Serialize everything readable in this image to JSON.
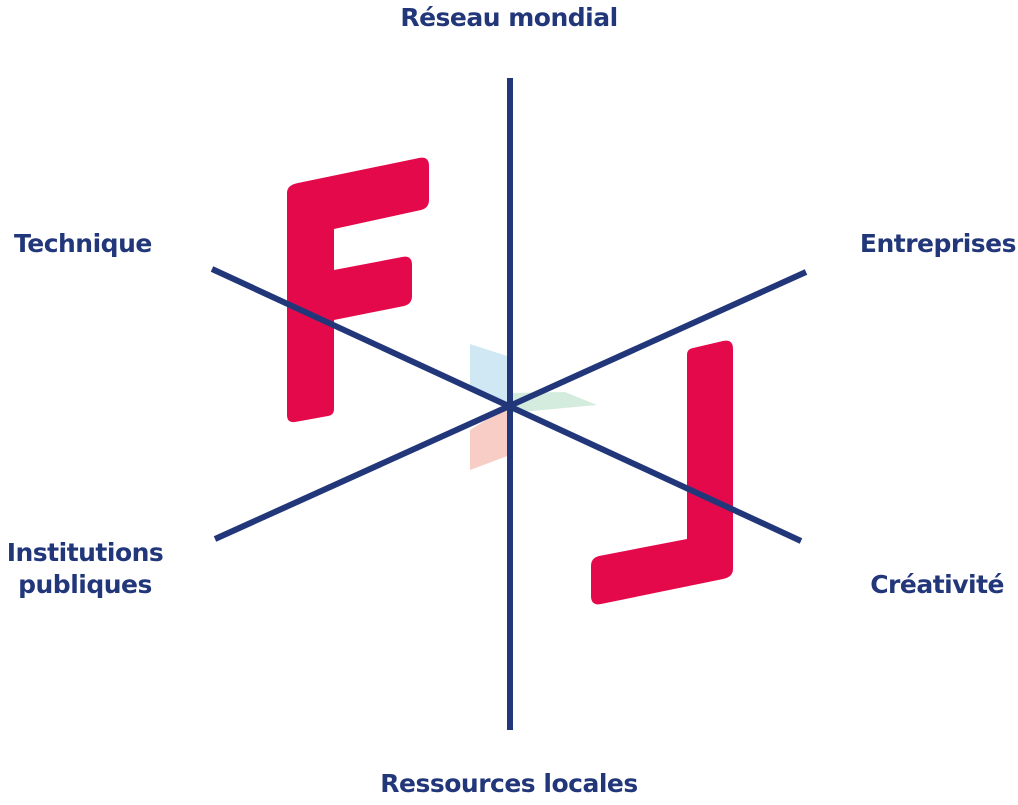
{
  "axes": {
    "top": "Réseau mondial",
    "top_left": "Technique",
    "top_right": "Entreprises",
    "bottom_left": [
      "Institutions",
      "publiques"
    ],
    "bottom_right": "Créativité",
    "bottom": "Ressources locales"
  },
  "colors": {
    "axis": "#22377a",
    "label": "#22377a",
    "letters": "#e3094b",
    "accent_blue": "#cfe8f4",
    "accent_green": "#d4ecdd",
    "accent_red": "#f8cdc5"
  },
  "logo_letters": [
    "F",
    "J"
  ]
}
